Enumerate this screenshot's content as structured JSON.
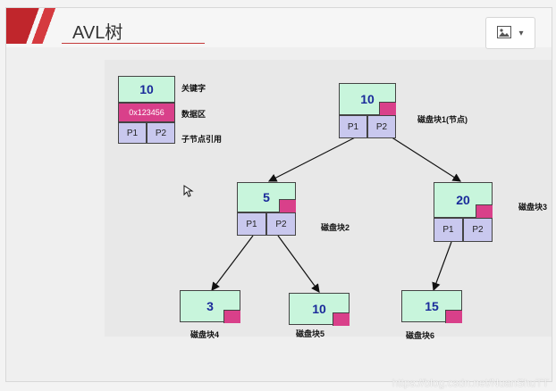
{
  "header": {
    "title": "AVL树"
  },
  "legend": {
    "key": "10",
    "data": "0x123456",
    "p1": "P1",
    "p2": "P2",
    "key_label": "关键字",
    "data_label": "数据区",
    "ptr_label": "子节点引用"
  },
  "nodes": [
    {
      "key": "10",
      "p1": "P1",
      "p2": "P2",
      "label": "磁盘块1(节点)"
    },
    {
      "key": "5",
      "p1": "P1",
      "p2": "P2",
      "label": "磁盘块2"
    },
    {
      "key": "20",
      "p1": "P1",
      "p2": "P2",
      "label": "磁盘块3"
    },
    {
      "key": "3",
      "label": "磁盘块4"
    },
    {
      "key": "10",
      "label": "磁盘块5"
    },
    {
      "key": "15",
      "label": "磁盘块6"
    }
  ],
  "colors": {
    "key_fill": "#c8f5dc",
    "data_fill": "#d9408a",
    "pointer_fill": "#c9c8ee",
    "key_text": "#1a2a9a",
    "accent_red": "#c0262c"
  },
  "watermark": "https://blog.csdn.net/NuanShuTT"
}
